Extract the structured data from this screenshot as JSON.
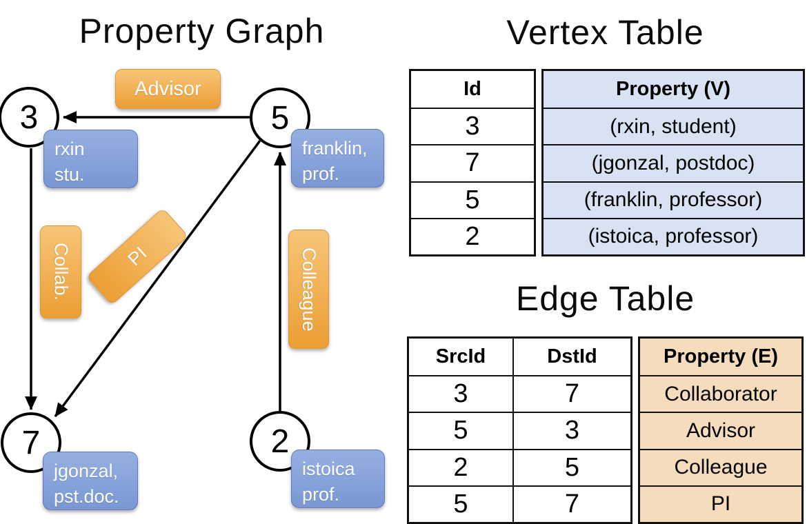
{
  "graph": {
    "title": "Property Graph",
    "vertices": [
      {
        "id": "3",
        "label": "rxin\nstu."
      },
      {
        "id": "5",
        "label": "franklin,\nprof."
      },
      {
        "id": "7",
        "label": "jgonzal,\npst.doc."
      },
      {
        "id": "2",
        "label": "istoica\nprof."
      }
    ],
    "edge_labels": {
      "advisor": "Advisor",
      "collab": "Collab.",
      "pi": "PI",
      "colleague": "Colleague"
    }
  },
  "vertex_table": {
    "title": "Vertex Table",
    "columns": {
      "id": "Id",
      "property": "Property (V)"
    },
    "rows": [
      {
        "id": "3",
        "property": "(rxin, student)"
      },
      {
        "id": "7",
        "property": "(jgonzal, postdoc)"
      },
      {
        "id": "5",
        "property": "(franklin, professor)"
      },
      {
        "id": "2",
        "property": "(istoica, professor)"
      }
    ]
  },
  "edge_table": {
    "title": "Edge Table",
    "columns": {
      "src": "SrcId",
      "dst": "DstId",
      "property": "Property (E)"
    },
    "rows": [
      {
        "src": "3",
        "dst": "7",
        "property": "Collaborator"
      },
      {
        "src": "5",
        "dst": "3",
        "property": "Advisor"
      },
      {
        "src": "2",
        "dst": "5",
        "property": "Colleague"
      },
      {
        "src": "5",
        "dst": "7",
        "property": "PI"
      }
    ]
  },
  "colors": {
    "vertex_box_top": "#94b0e1",
    "vertex_box_bottom": "#7b97d4",
    "edge_box_top": "#f7c578",
    "edge_box_bottom": "#ec9e34",
    "vertex_table_fill": "#d9e2f3",
    "edge_table_fill": "#f5dcbd",
    "line": "#000000"
  }
}
